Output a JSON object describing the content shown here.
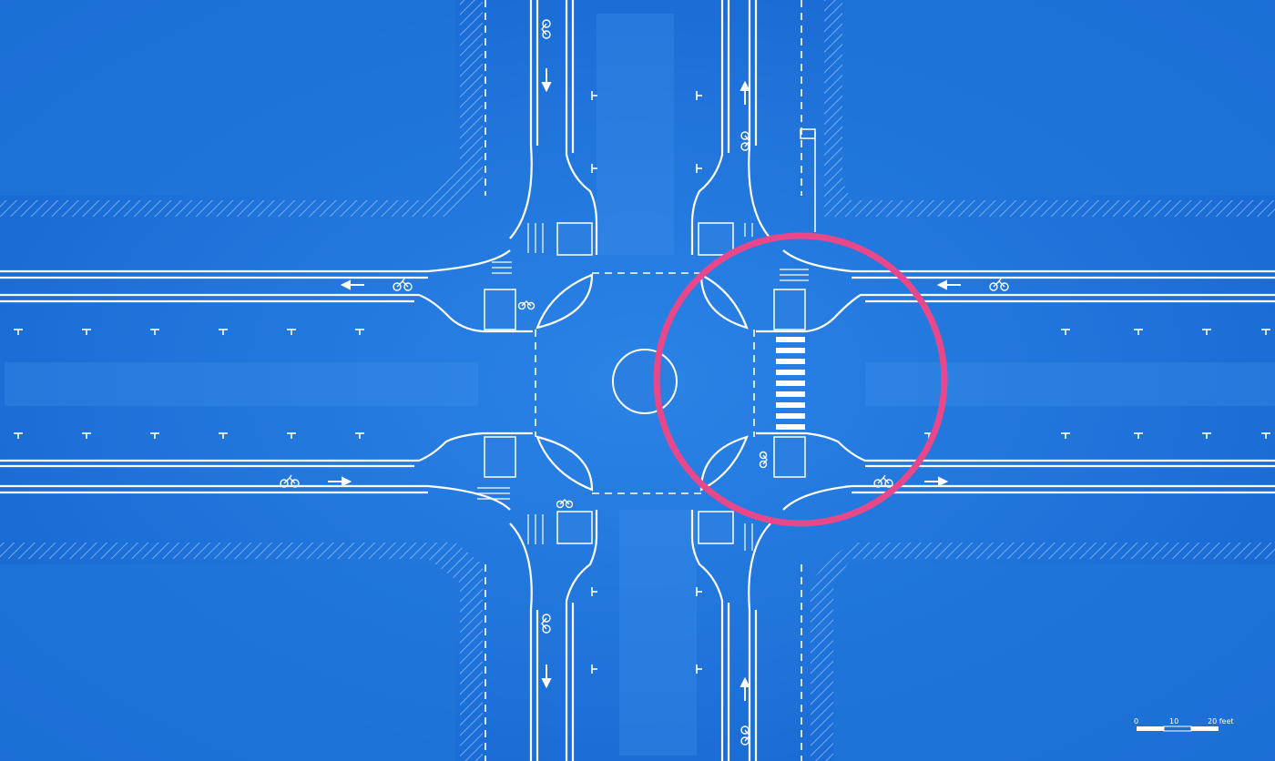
{
  "colors": {
    "background": "#1a6fd6",
    "block": "#1f79dc",
    "road": "#1a6fd6",
    "lines": "#ffffff",
    "highlight": "#e8488a"
  },
  "scale_bar": {
    "tick_0": "0",
    "tick_10": "10",
    "tick_20": "20 feet"
  },
  "icons": [
    "bicycle-icon",
    "arrow-icon",
    "crosswalk",
    "highlight-circle",
    "center-island"
  ]
}
